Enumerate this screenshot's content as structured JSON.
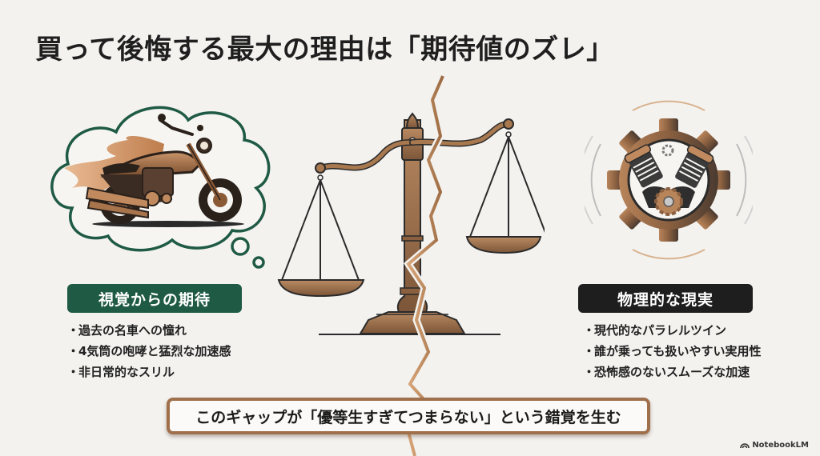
{
  "slide": {
    "title": "買って後悔する最大の理由は「期待値のズレ」",
    "left": {
      "icon": "motorcycle-thought-bubble-icon",
      "label": "視覚からの期待",
      "label_color": "#1f5a45",
      "bullets": [
        "過去の名車への憧れ",
        "4気筒の咆哮と猛烈な加速感",
        "非日常的なスリル"
      ]
    },
    "center": {
      "icon": "broken-balance-scale-icon"
    },
    "right": {
      "icon": "engine-gear-icon",
      "label": "物理的な現実",
      "label_color": "#1e1e1e",
      "bullets": [
        "現代的なパラレルツイン",
        "誰が乗っても扱いやすい実用性",
        "恐怖感のないスムーズな加速"
      ]
    },
    "callout": "このギャップが「優等生すぎてつまらない」という錯覚を生む",
    "bullet_marker": "・",
    "colors": {
      "background": "#f3f2ef",
      "bronze": "#a0704c",
      "green": "#1f5a45",
      "dark": "#1e1e1e"
    }
  },
  "brand": {
    "icon": "notebooklm-logo-icon",
    "label": "NotebookLM"
  }
}
